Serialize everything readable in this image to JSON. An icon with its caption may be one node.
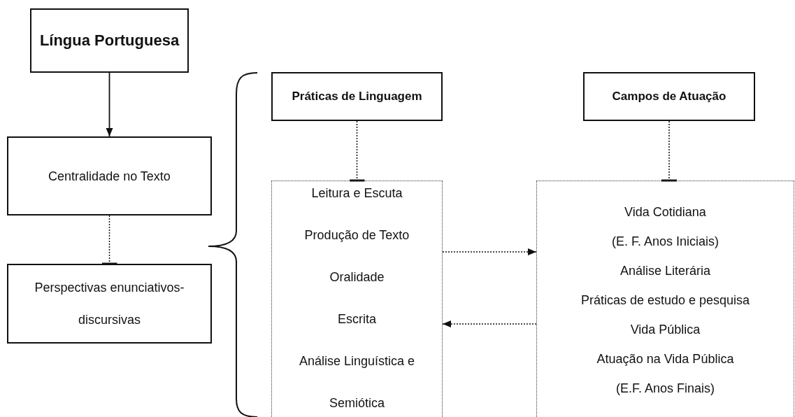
{
  "diagram": {
    "nodes": [
      {
        "text": [
          "Língua Portuguesa"
        ]
      },
      {
        "text": [
          "Centralidade no Texto"
        ]
      },
      {
        "text": [
          "Perspectivas enunciativos-discursivas"
        ]
      },
      {
        "text": [
          "Práticas de Linguagem"
        ]
      },
      {
        "text": [
          "Leitura e Escuta",
          "Produção de Texto",
          "Oralidade",
          "Escrita",
          "Análise Linguística e Semiótica"
        ]
      },
      {
        "text": [
          "Campos de Atuação"
        ]
      },
      {
        "text": [
          "Vida Cotidiana",
          "(E. F. Anos Iniciais)",
          "Análise Literária",
          "Práticas de estudo e pesquisa",
          "Vida Pública",
          "Atuação na Vida Pública",
          "(E.F. Anos Finais)"
        ]
      }
    ],
    "edges": [
      {
        "from": 0,
        "to": 1,
        "arrow": "to"
      },
      {
        "from": 1,
        "to": 2,
        "arrow": "other",
        "style": "dashed"
      },
      {
        "from": 3,
        "to": 4,
        "arrow": "other",
        "style": "dashed"
      },
      {
        "from": 5,
        "to": 6,
        "arrow": "other",
        "style": "dashed"
      },
      {
        "from": 4,
        "to": 6,
        "arrow": "to",
        "style": "dashed"
      },
      {
        "from": 6,
        "to": 4,
        "arrow": "to",
        "style": "dashed"
      }
    ]
  }
}
